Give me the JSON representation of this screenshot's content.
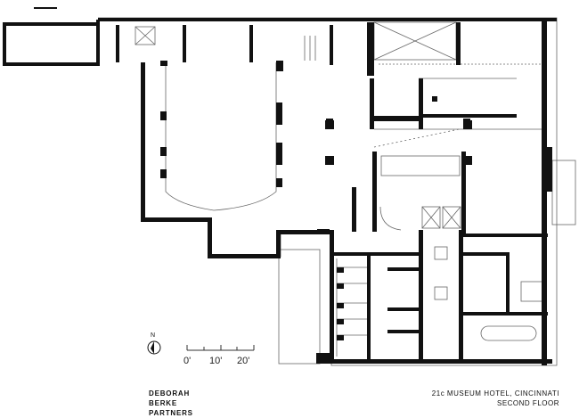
{
  "plan": {
    "firm_lines": [
      "DEBORAH",
      "BERKE",
      "PARTNERS"
    ],
    "caption_lines": [
      "21c MUSEUM HOTEL, CINCINNATI",
      "SECOND FLOOR"
    ],
    "north": {
      "label": "N",
      "icon": "north-arrow-icon"
    },
    "scale": {
      "labels": [
        "0'",
        "10'",
        "20'"
      ]
    },
    "colors": {
      "wall": "#111111",
      "line": "#555555",
      "background": "#ffffff"
    }
  }
}
